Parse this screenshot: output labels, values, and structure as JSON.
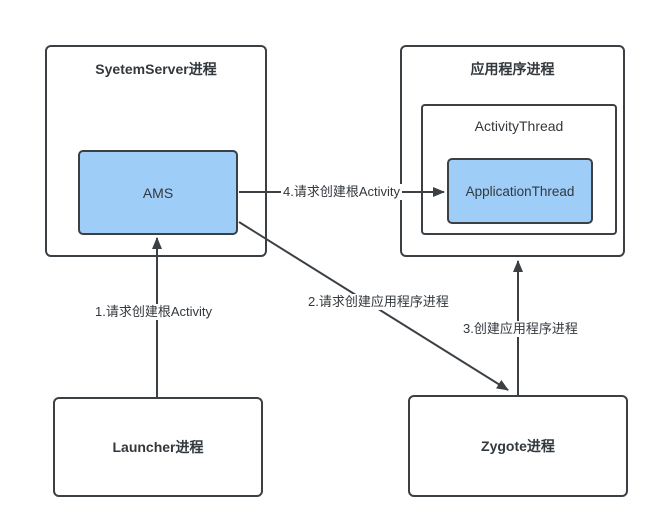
{
  "colors": {
    "background": "#ffffff",
    "stroke": "#3b4045",
    "node_fill_blue": "#9ecdf8",
    "text": "#33383d"
  },
  "nodes": {
    "systemserver": {
      "label": "SyetemServer进程"
    },
    "ams": {
      "label": "AMS"
    },
    "app_process": {
      "label": "应用程序进程"
    },
    "activity_thread": {
      "label": "ActivityThread"
    },
    "application_thread": {
      "label": "ApplicationThread"
    },
    "launcher": {
      "label": "Launcher进程"
    },
    "zygote": {
      "label": "Zygote进程"
    }
  },
  "arrows": {
    "a1": {
      "label": "1.请求创建根Activity",
      "from": "launcher",
      "to": "ams"
    },
    "a2": {
      "label": "2.请求创建应用程序进程",
      "from": "ams",
      "to": "zygote"
    },
    "a3": {
      "label": "3.创建应用程序进程",
      "from": "zygote",
      "to": "app_process"
    },
    "a4": {
      "label": "4.请求创建根Activity",
      "from": "ams",
      "to": "application_thread"
    }
  }
}
